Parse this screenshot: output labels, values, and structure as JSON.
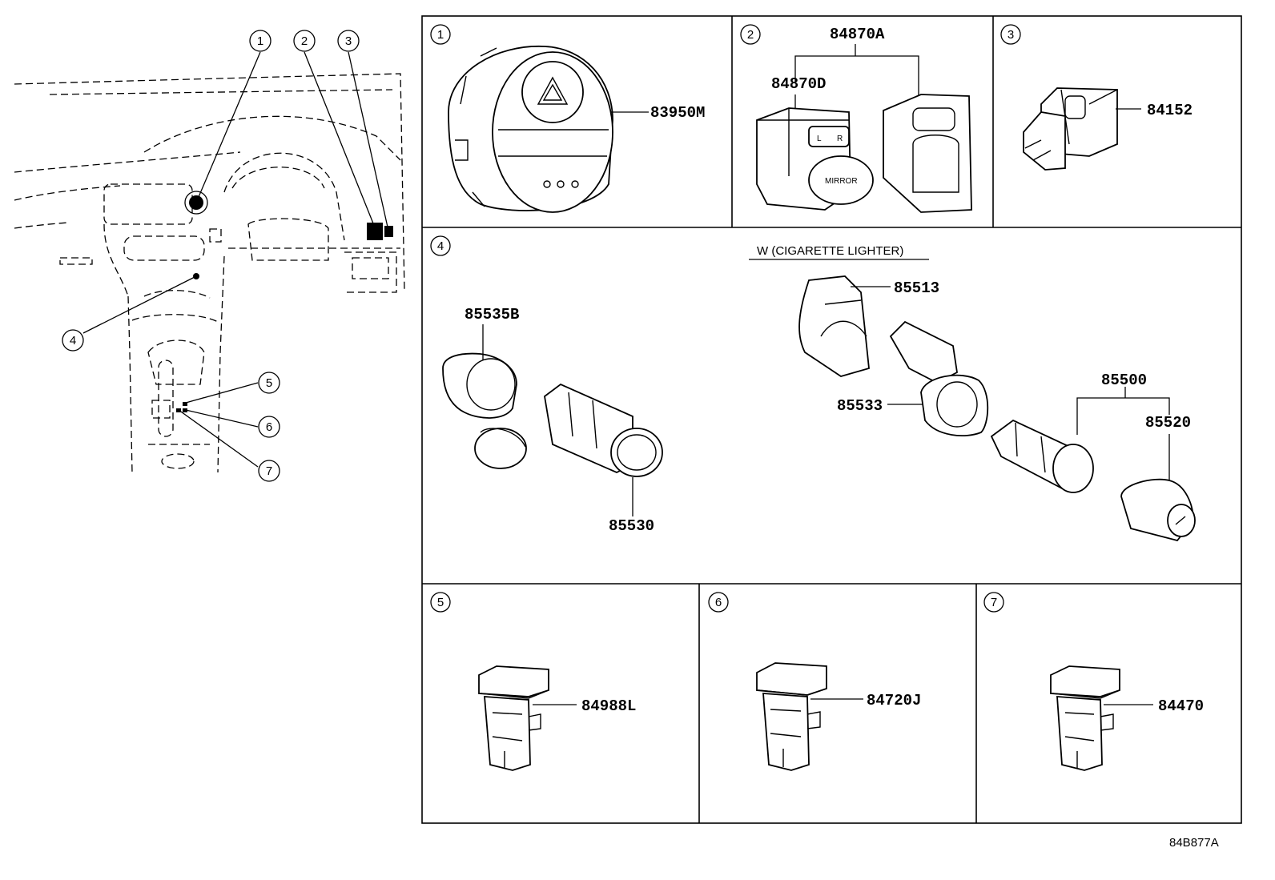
{
  "callouts": [
    "1",
    "2",
    "3",
    "4",
    "5",
    "6",
    "7"
  ],
  "panels": {
    "p1": {
      "number": "1",
      "parts": [
        "83950M"
      ]
    },
    "p2": {
      "number": "2",
      "parts": [
        "84870A",
        "84870D"
      ]
    },
    "p3": {
      "number": "3",
      "parts": [
        "84152"
      ]
    },
    "p4": {
      "number": "4",
      "subtitle": "W (CIGARETTE LIGHTER)",
      "parts": [
        "85513",
        "85535B",
        "85533",
        "85500",
        "85520",
        "85530"
      ]
    },
    "p5": {
      "number": "5",
      "parts": [
        "84988L"
      ]
    },
    "p6": {
      "number": "6",
      "parts": [
        "84720J"
      ]
    },
    "p7": {
      "number": "7",
      "parts": [
        "84470"
      ]
    }
  },
  "part_captions": {
    "mirror_knob": "MIRROR",
    "mirror_left": "L",
    "mirror_right": "R"
  },
  "diagram_id": "84B877A",
  "colors": {
    "line": "#000000",
    "background": "#ffffff"
  }
}
